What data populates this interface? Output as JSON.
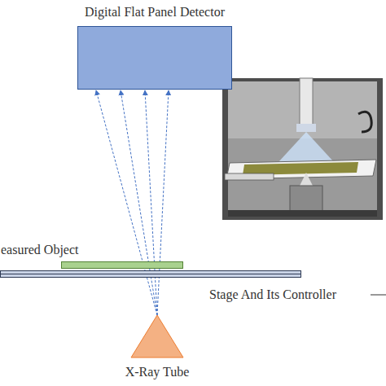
{
  "diagram": {
    "nodes": [
      {
        "text": [
          "Digital Flat Panel Detector"
        ]
      },
      {
        "text": [
          "easured Object"
        ]
      },
      {
        "text": [
          "Stage And Its Controller"
        ]
      },
      {
        "text": [
          "X-Ray Tube"
        ]
      }
    ],
    "edges": [
      {
        "from": 3,
        "to": 0,
        "arrow": "to"
      },
      {
        "from": 3,
        "to": 0,
        "arrow": "to"
      },
      {
        "from": 3,
        "to": 0,
        "arrow": "to"
      },
      {
        "from": 3,
        "to": 0,
        "arrow": "to"
      }
    ]
  }
}
